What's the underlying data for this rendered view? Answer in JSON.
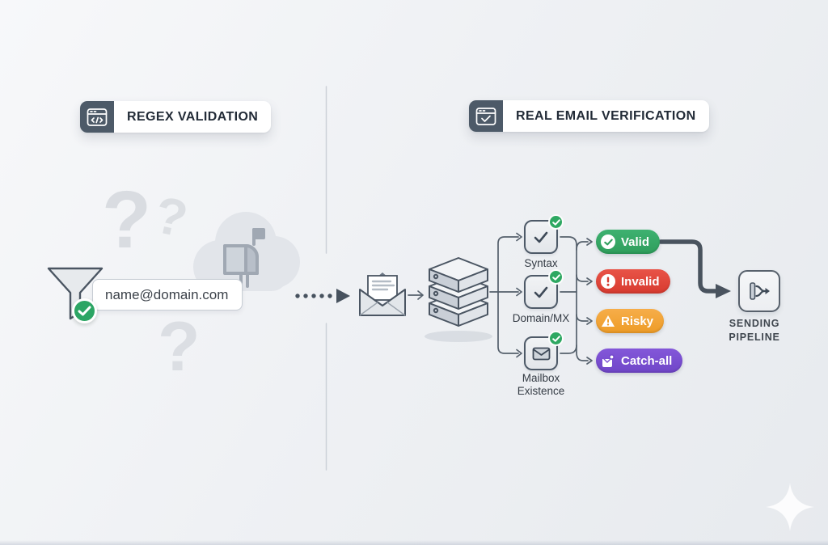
{
  "left_section": {
    "header": {
      "label": "REGEX VALIDATION",
      "icon": "code-window-icon"
    },
    "email_input": {
      "value": "name@domain.com"
    },
    "question_marks": [
      "?",
      "?",
      "?"
    ],
    "decor_icons": [
      "funnel-icon",
      "check-badge-icon",
      "cloud-icon",
      "mailbox-icon"
    ]
  },
  "right_section": {
    "header": {
      "label": "REAL EMAIL VERIFICATION",
      "icon": "browser-check-icon"
    },
    "flow_icons": [
      "envelope-icon",
      "server-stack-icon"
    ],
    "verification_steps": [
      {
        "label": "Syntax",
        "icon": "check-icon",
        "status": "passed"
      },
      {
        "label": "Domain/MX",
        "icon": "check-icon",
        "status": "passed"
      },
      {
        "label": "Mailbox Existence",
        "icon": "envelope-small-icon",
        "status": "passed"
      }
    ],
    "results": [
      {
        "label": "Valid",
        "color": "#34A567",
        "icon": "check-circle-icon"
      },
      {
        "label": "Invalid",
        "color": "#E2473C",
        "icon": "exclamation-circle-icon"
      },
      {
        "label": "Risky",
        "color": "#F3A43B",
        "icon": "warning-triangle-icon"
      },
      {
        "label": "Catch-all",
        "color": "#7B51D3",
        "icon": "mail-dot-icon"
      }
    ],
    "pipeline": {
      "label": "SENDING PIPELINE",
      "line1": "SENDING",
      "line2": "PIPELINE",
      "icon": "merge-arrow-icon"
    }
  },
  "colors": {
    "header_icon_bg": "#4D5A68",
    "outline_slate": "#4B5563",
    "badge_green": "#2EA862",
    "valid_green": "#34A567",
    "invalid_red": "#E2473C",
    "risky_orange": "#F3A43B",
    "catchall_purple": "#7B51D3",
    "divider_gray": "#CCD1D8"
  }
}
